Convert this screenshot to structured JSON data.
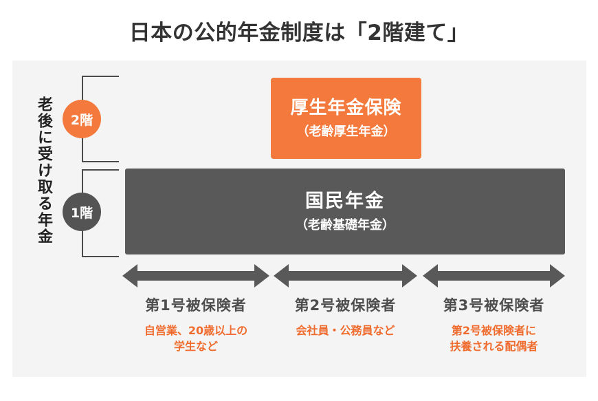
{
  "page": {
    "title": "日本の公的年金制度は「2階建て」"
  },
  "diagram": {
    "side_label": "老後に受け取る年金",
    "floors": [
      {
        "badge": "2階",
        "color": "#f4793c"
      },
      {
        "badge": "1階",
        "color": "#545454"
      }
    ],
    "tier2": {
      "name": "厚生年金保険",
      "subtitle": "（老齢厚生年金）",
      "color": "#f4793c"
    },
    "tier1": {
      "name": "国民年金",
      "subtitle": "（老齢基礎年金）",
      "color": "#595959"
    },
    "insured_categories": [
      {
        "title": "第1号被保険者",
        "description": "自営業、20歳以上の\n学生など"
      },
      {
        "title": "第2号被保険者",
        "description": "会社員・公務員など"
      },
      {
        "title": "第3号被保険者",
        "description": "第2号被保険者に\n扶養される配偶者"
      }
    ],
    "arrow_color": "#595959",
    "accent_color": "#ef6c2e",
    "panel_background": "#f4f4f4"
  }
}
